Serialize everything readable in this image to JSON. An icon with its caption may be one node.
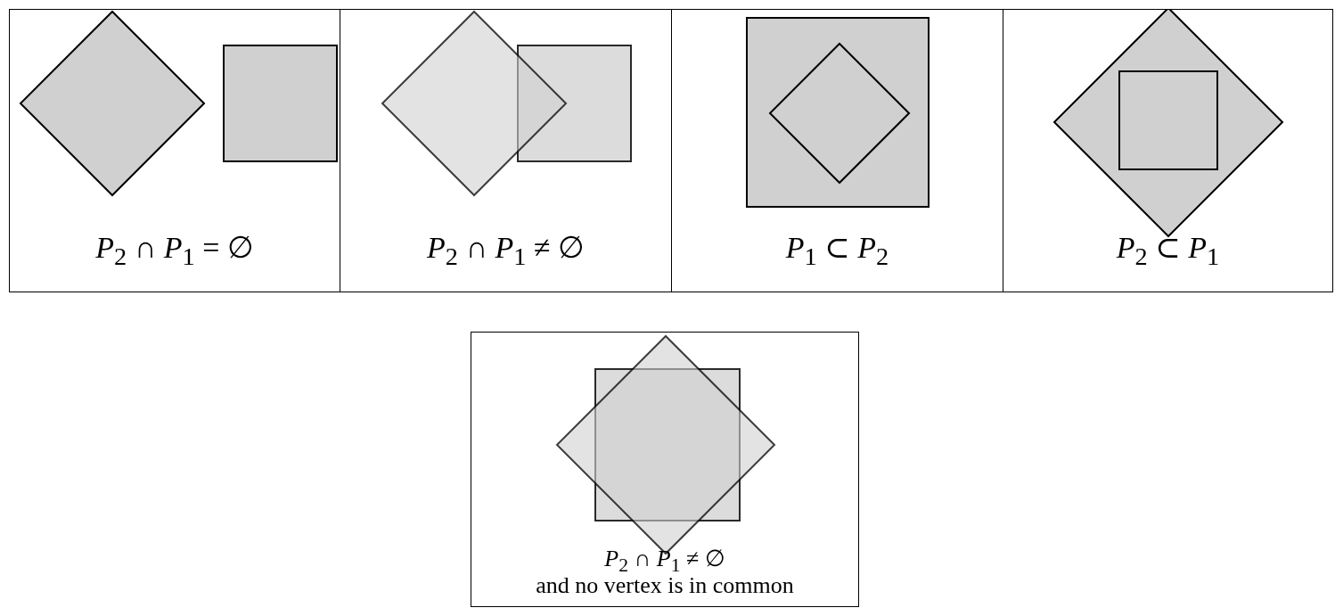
{
  "diagram": {
    "nodes": [
      {
        "text": [
          "*P*$_{2}$ ∩ *P*$_{1}$ = ∅"
        ]
      },
      {
        "text": [
          "*P*$_{2}$ ∩ *P*$_{1}$ ≠ ∅"
        ]
      },
      {
        "text": [
          "*P*$_{1}$ ⊂ *P*$_{2}$"
        ]
      },
      {
        "text": [
          "*P*$_{2}$ ⊂ *P*$_{1}$"
        ]
      },
      {
        "text": [
          "*P*$_{2}$ ∩ *P*$_{1}$ ≠ ∅",
          "and no vertex is in common"
        ]
      }
    ],
    "edges": []
  }
}
